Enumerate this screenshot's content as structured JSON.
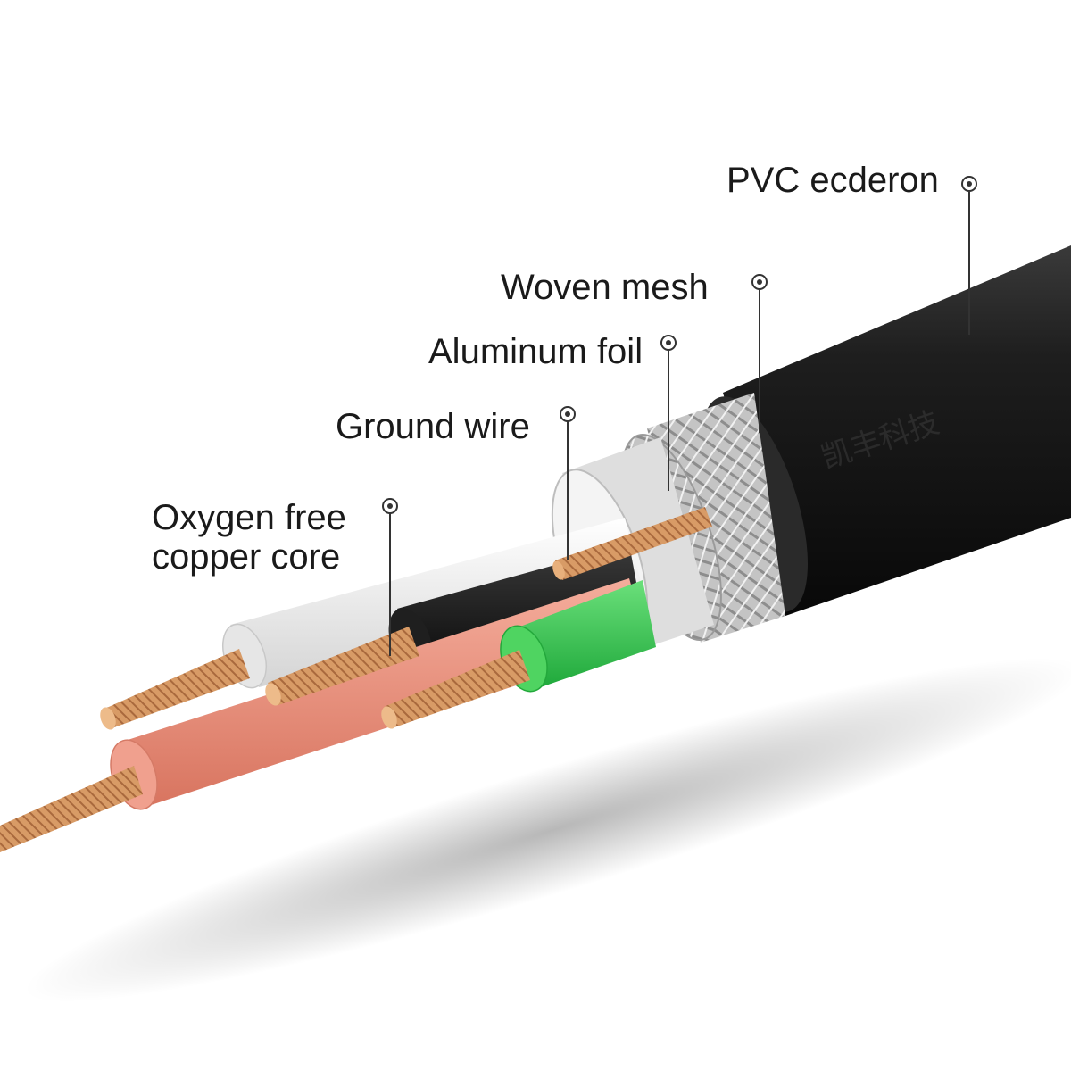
{
  "diagram": {
    "labels": {
      "pvc": "PVC ecderon",
      "woven_mesh": "Woven mesh",
      "aluminum_foil": "Aluminum foil",
      "ground_wire": "Ground wire",
      "copper_line1": "Oxygen free",
      "copper_line2": "copper core"
    },
    "watermark": "凯丰科技"
  },
  "colors": {
    "jacket": "#1b1b1b",
    "mesh": "#c9c9c9",
    "foil": "#e2e2e2",
    "white_wire": "#eeeeee",
    "black_wire": "#151515",
    "red_wire": "#e98f7c",
    "green_wire": "#2fc24a",
    "copper": "#d69a66",
    "leader": "#333333"
  }
}
